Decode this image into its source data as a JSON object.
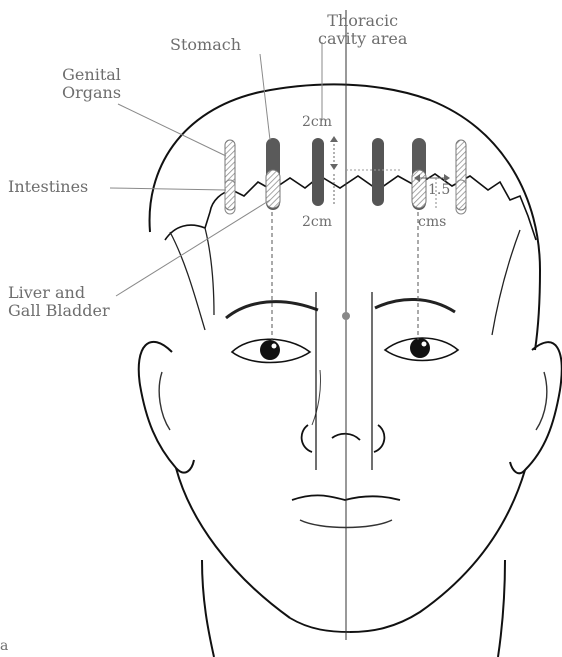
{
  "labels": {
    "thoracic_line1": "Thoracic",
    "thoracic_line2": "cavity area",
    "stomach": "Stomach",
    "genital_line1": "Genital",
    "genital_line2": "Organs",
    "intestines": "Intestines",
    "liver_line1": "Liver and",
    "liver_line2": "Gall Bladder",
    "dim_top_2cm": "2cm",
    "dim_bottom_2cm": "2cm",
    "dim_right_value": "1.5",
    "dim_right_unit": "cms",
    "corner_mark": "a"
  },
  "colors": {
    "outline": "#111111",
    "label_text": "#6e6e6e",
    "zone_dark": "#555555",
    "zone_hatch": "#9a9a9a",
    "zone_empty_stroke": "#777777",
    "leader_line": "#8a8a8a"
  }
}
